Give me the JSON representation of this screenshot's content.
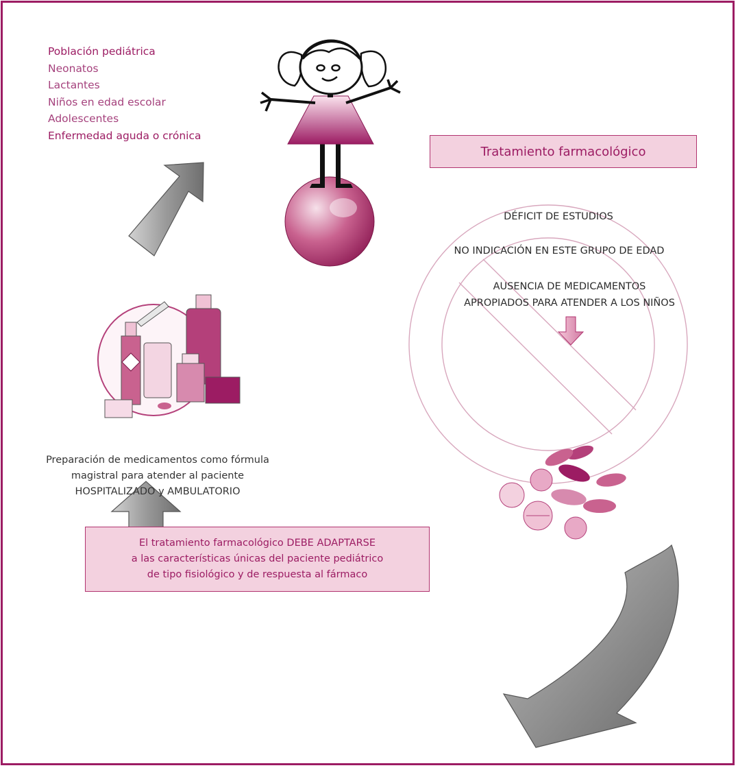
{
  "population": {
    "title": "Población pediátrica",
    "items": [
      "Neonatos",
      "Lactantes",
      "Niños en edad escolar",
      "Adolescentes"
    ],
    "condition": "Enfermedad aguda o crónica"
  },
  "treatment_label": "Tratamiento farmacológico",
  "barriers": {
    "line1": "DÉFICIT DE ESTUDIOS",
    "line2": "NO INDICACIÓN EN ESTE GRUPO DE EDAD",
    "line3a": "AUSENCIA DE MEDICAMENTOS",
    "line3b": "APROPIADOS PARA ATENDER A LOS NIÑOS"
  },
  "preparation": {
    "line1": "Preparación de medicamentos como fórmula",
    "line2": "magistral para atender al paciente",
    "line3": "HOSPITALIZADO y AMBULATORIO"
  },
  "adaptation": {
    "line1": "El tratamiento farmacológico DEBE ADAPTARSE",
    "line2": "a las características únicas del paciente pediátrico",
    "line3": "de tipo fisiológico y de respuesta al fármaco"
  },
  "colors": {
    "accent": "#9c1c63",
    "box_fill": "#f3d1df",
    "arrow_gray": "#9a9a9a"
  },
  "icons": [
    "girl-on-ball-illustration",
    "medicine-bottles-illustration",
    "prohibition-sign-icon",
    "pills-illustration",
    "down-arrow-icon",
    "gray-arrow-icon",
    "curved-arrow-icon"
  ]
}
